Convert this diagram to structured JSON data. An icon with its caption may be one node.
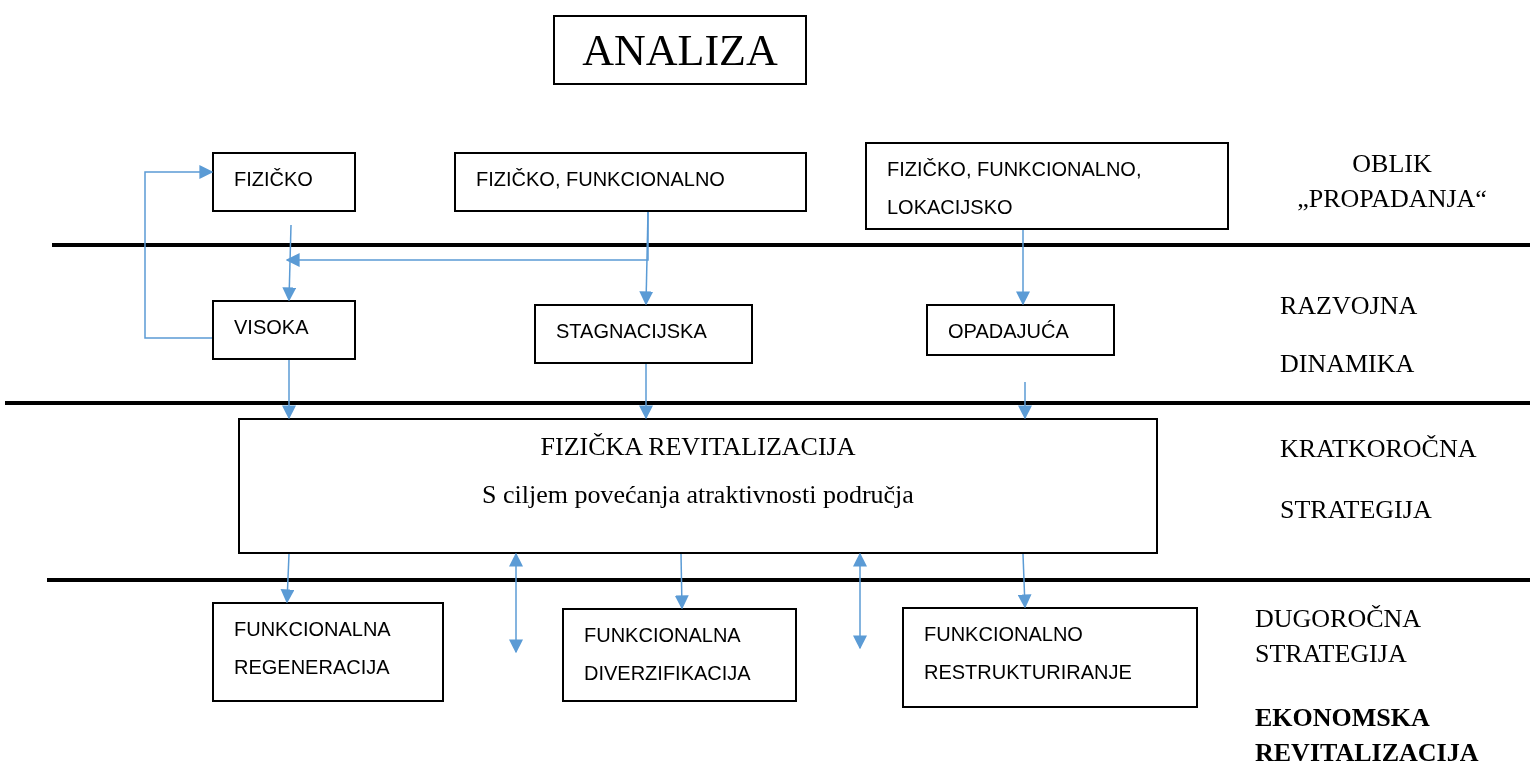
{
  "diagram": {
    "nodes": [
      {
        "text": [
          "ANALIZA"
        ]
      },
      {
        "text": [
          "FIZIČKO"
        ]
      },
      {
        "text": [
          "FIZIČKO, FUNKCIONALNO"
        ]
      },
      {
        "text": [
          "FIZIČKO, FUNKCIONALNO, LOKACIJSKO"
        ]
      },
      {
        "text": [
          "VISOKA"
        ]
      },
      {
        "text": [
          "STAGNACIJSKA"
        ]
      },
      {
        "text": [
          "OPADAJUĆA"
        ]
      },
      {
        "text": [
          "FIZIČKA REVITALIZACIJA",
          "S ciljem povećanja atraktivnosti područja"
        ]
      },
      {
        "text": [
          "FUNKCIONALNA REGENERACIJA"
        ]
      },
      {
        "text": [
          "FUNKCIONALNA DIVERZIFIKACIJA"
        ]
      },
      {
        "text": [
          "FUNKCIONALNO RESTRUKTURIRANJE"
        ]
      }
    ],
    "edges": [
      {
        "from": 1,
        "to": 4,
        "arrow": "to"
      },
      {
        "from": 2,
        "to": 5,
        "arrow": "to"
      },
      {
        "from": 2,
        "to": 4,
        "arrow": "to"
      },
      {
        "from": 4,
        "to": 1,
        "arrow": "to"
      },
      {
        "from": 3,
        "to": 6,
        "arrow": "to"
      },
      {
        "from": 4,
        "to": 7,
        "arrow": "to"
      },
      {
        "from": 5,
        "to": 7,
        "arrow": "to"
      },
      {
        "from": 6,
        "to": 7,
        "arrow": "to"
      },
      {
        "from": 7,
        "to": 8,
        "arrow": "to"
      },
      {
        "from": 7,
        "to": 9,
        "arrow": "to"
      },
      {
        "from": 7,
        "to": 10,
        "arrow": "to"
      },
      {
        "from": 7,
        "to": null,
        "arrow": "both"
      },
      {
        "from": 7,
        "to": null,
        "arrow": "both"
      }
    ],
    "labels": [
      "OBLIK „PROPADANJA“",
      "RAZVOJNA",
      "DINAMIKA",
      "KRATKOROČNA",
      "STRATEGIJA",
      "DUGOROČNA STRATEGIJA",
      "EKONOMSKA REVITALIZACIJA"
    ]
  }
}
